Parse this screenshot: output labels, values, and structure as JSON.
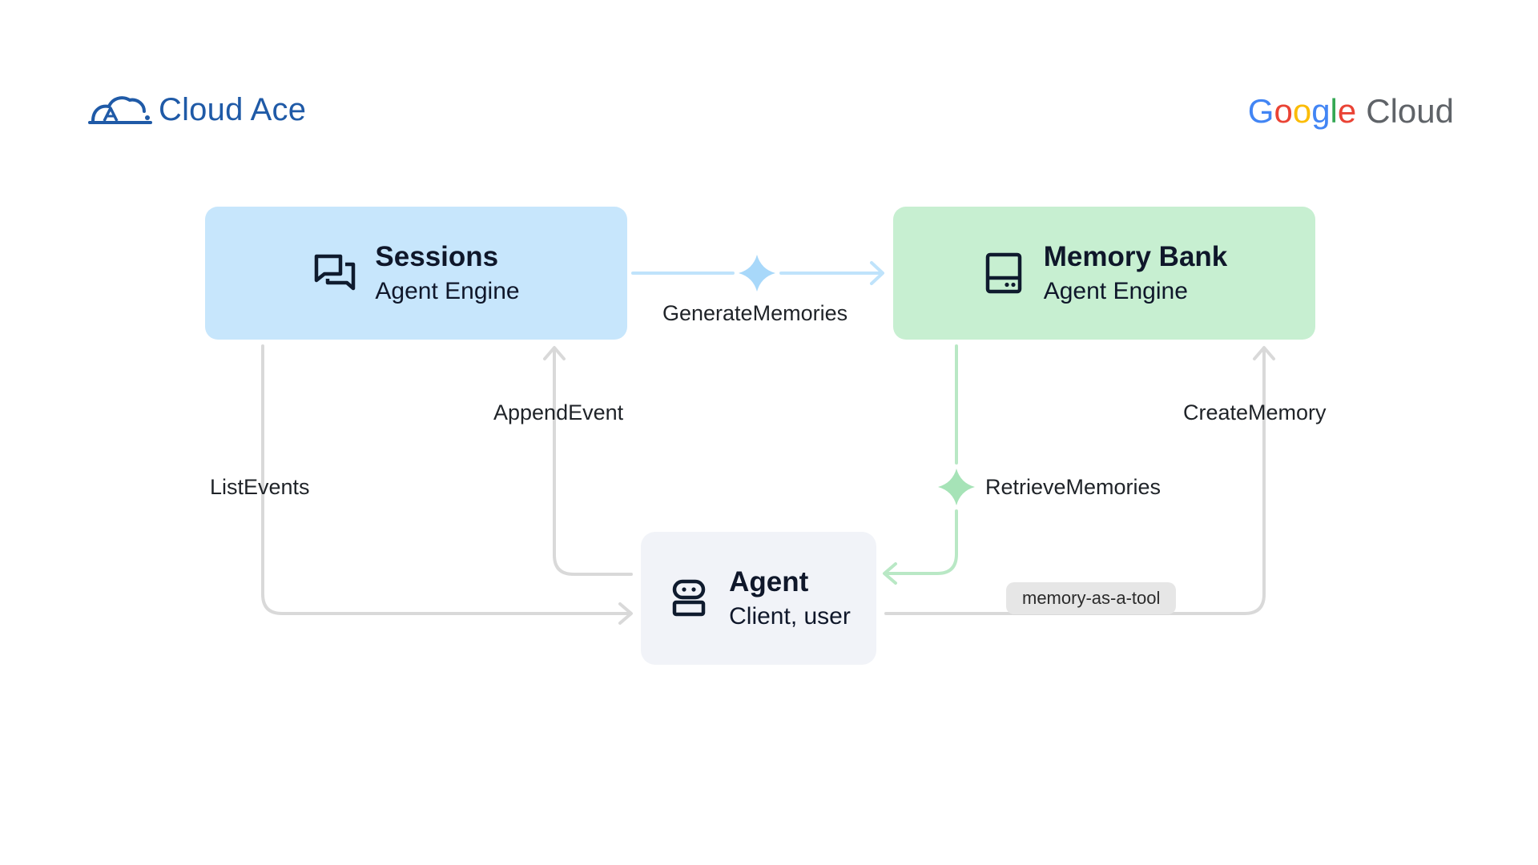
{
  "logos": {
    "left_brand": "Cloud Ace",
    "right_brand_word": "Google",
    "right_brand_suffix": "Cloud",
    "right_brand_letters": [
      "G",
      "o",
      "o",
      "g",
      "l",
      "e"
    ],
    "right_brand_colors": [
      "#4285F4",
      "#EA4335",
      "#FBBC05",
      "#4285F4",
      "#34A853",
      "#EA4335"
    ]
  },
  "nodes": {
    "sessions": {
      "title": "Sessions",
      "subtitle": "Agent Engine",
      "icon": "chat-bubbles-icon",
      "color": "#c7e6fc"
    },
    "memory_bank": {
      "title": "Memory Bank",
      "subtitle": "Agent Engine",
      "icon": "storage-drive-icon",
      "color": "#c7efd1"
    },
    "agent": {
      "title": "Agent",
      "subtitle": "Client, user",
      "icon": "robot-icon",
      "color": "#f1f3f8"
    }
  },
  "edges": {
    "generate_memories": "GenerateMemories",
    "append_event": "AppendEvent",
    "create_memory": "CreateMemory",
    "list_events": "ListEvents",
    "retrieve_memories": "RetrieveMemories",
    "memory_as_a_tool": "memory-as-a-tool"
  },
  "colors": {
    "blue_edge": "#bfe3fb",
    "blue_spark": "#a8d8fa",
    "green_edge": "#b9e8c5",
    "green_spark": "#a6e3b7",
    "gray_edge": "#d9d9d9",
    "cloudace_blue": "#1f5aa7"
  }
}
